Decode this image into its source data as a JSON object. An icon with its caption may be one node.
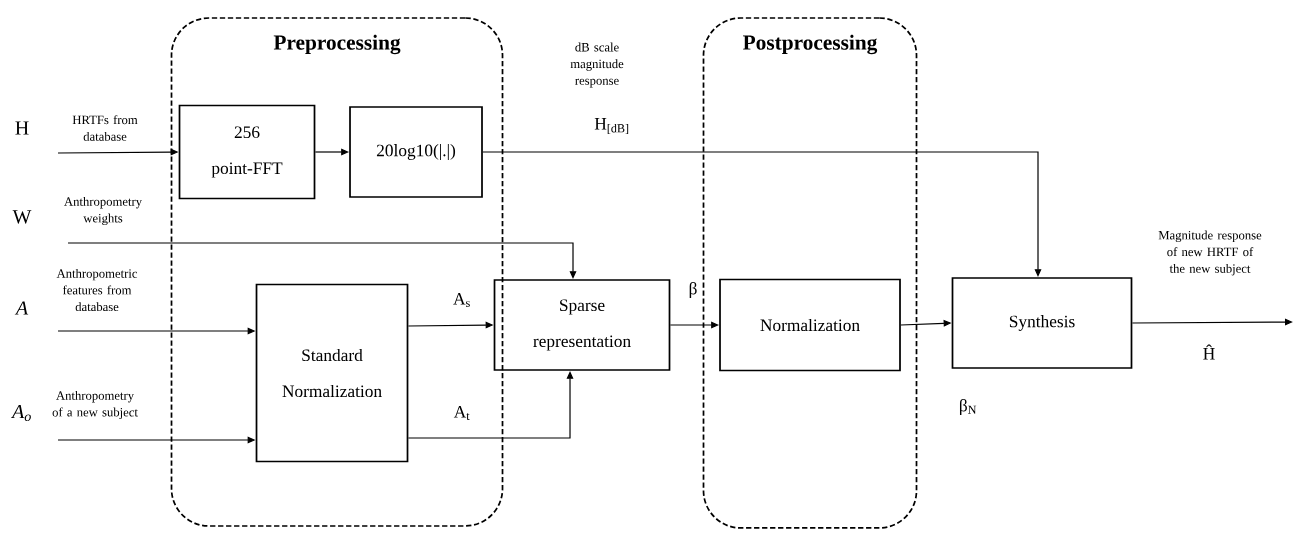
{
  "diagram": {
    "nodes": [
      {
        "text": [
          "Preprocessing"
        ]
      },
      {
        "text": [
          "256 point-FFT"
        ],
        "in": 0
      },
      {
        "text": [
          "20log10(|.|)"
        ],
        "in": 0
      },
      {
        "text": [
          "Standard Normalization"
        ],
        "in": 0
      },
      {
        "text": [
          "Sparse representation"
        ]
      },
      {
        "text": [
          "Postprocessing"
        ]
      },
      {
        "text": [
          "Normalization"
        ],
        "in": 5
      },
      {
        "text": [
          "Synthesis"
        ]
      }
    ],
    "edges": [
      {
        "from": null,
        "to": 1,
        "arrow": "to",
        "label": "HRTFs from database"
      },
      {
        "from": 1,
        "to": 2,
        "arrow": "to"
      },
      {
        "from": 2,
        "to": 7,
        "arrow": "to",
        "label": "H$_{[dB]}$"
      },
      {
        "from": null,
        "to": 4,
        "arrow": "to",
        "label": "Anthropometry weights"
      },
      {
        "from": null,
        "to": 3,
        "arrow": "to",
        "label": "Anthropometric features from database"
      },
      {
        "from": null,
        "to": 3,
        "arrow": "to",
        "label": "Anthropometry of a new subject"
      },
      {
        "from": 3,
        "to": 4,
        "arrow": "to",
        "label": "A$_{s}$"
      },
      {
        "from": 3,
        "to": 4,
        "arrow": "to",
        "label": "A$_{t}$"
      },
      {
        "from": 4,
        "to": 6,
        "arrow": "to",
        "label": "β"
      },
      {
        "from": 6,
        "to": 7,
        "arrow": "to",
        "label": "β$_{N}$"
      },
      {
        "from": 7,
        "to": null,
        "arrow": "to",
        "label": "Ĥ"
      }
    ],
    "labels": [
      "H",
      "W",
      "A",
      "A$_{o}$",
      "dB scale magnitude response",
      "Magnitude response of new HRTF of the new subject"
    ]
  }
}
